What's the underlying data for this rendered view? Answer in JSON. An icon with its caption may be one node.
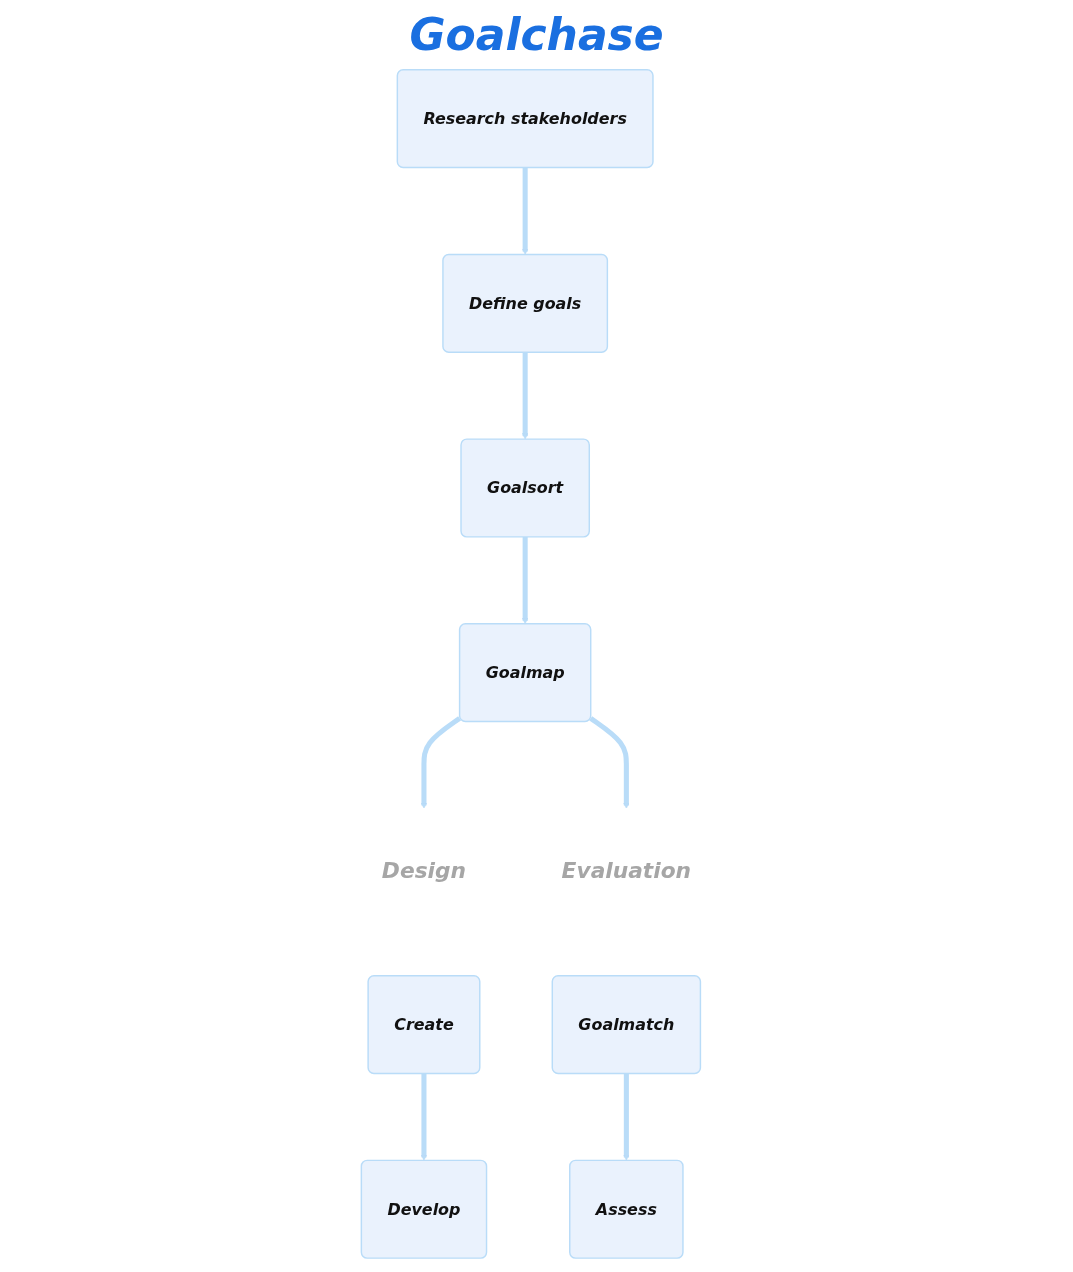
{
  "diagram": {
    "title": "Goalchase",
    "nodes": [
      {
        "text": [
          "Research stakeholders"
        ]
      },
      {
        "text": [
          "Define goals"
        ]
      },
      {
        "text": [
          "Goalsort"
        ]
      },
      {
        "text": [
          "Goalmap"
        ]
      },
      {
        "text": [
          "Design"
        ]
      },
      {
        "text": [
          "Create"
        ]
      },
      {
        "text": [
          "Develop"
        ]
      },
      {
        "text": [
          "Evaluation"
        ]
      },
      {
        "text": [
          "Goalmatch"
        ]
      },
      {
        "text": [
          "Assess"
        ]
      }
    ],
    "edges": [
      {
        "from": 0,
        "to": 1,
        "arrow": "to"
      },
      {
        "from": 1,
        "to": 2,
        "arrow": "to"
      },
      {
        "from": 2,
        "to": 3,
        "arrow": "to"
      },
      {
        "from": 3,
        "to": 4,
        "arrow": "to"
      },
      {
        "from": 3,
        "to": 7,
        "arrow": "to"
      },
      {
        "from": 5,
        "to": 6,
        "arrow": "to"
      },
      {
        "from": 8,
        "to": 9,
        "arrow": "to"
      }
    ]
  }
}
